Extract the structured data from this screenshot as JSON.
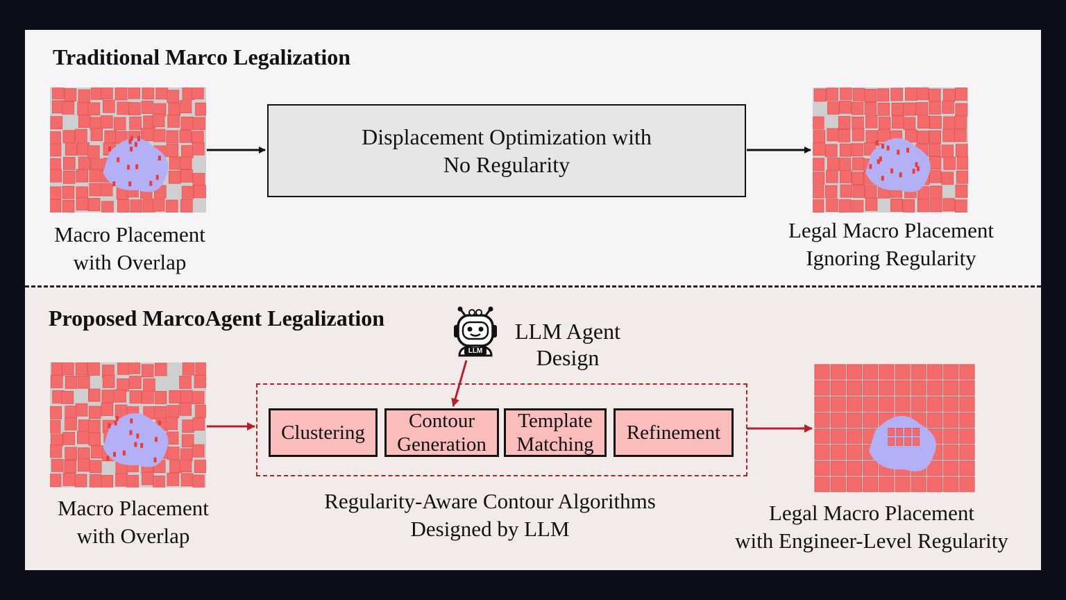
{
  "top": {
    "title": "Traditional Marco Legalization",
    "input_caption": [
      "Macro Placement",
      "with Overlap"
    ],
    "process_label": [
      "Displacement Optimization with",
      "No Regularity"
    ],
    "output_caption": [
      "Legal Macro Placement",
      "Ignoring Regularity"
    ]
  },
  "bottom": {
    "title": "Proposed MarcoAgent Legalization",
    "agent_label": [
      "LLM Agent",
      "Design"
    ],
    "robot_badge": "LLM",
    "stages": [
      {
        "lines": [
          "Clustering"
        ]
      },
      {
        "lines": [
          "Contour",
          "Generation"
        ]
      },
      {
        "lines": [
          "Template",
          "Matching"
        ]
      },
      {
        "lines": [
          "Refinement"
        ]
      }
    ],
    "group_caption": [
      "Regularity-Aware Contour Algorithms",
      "Designed by LLM"
    ],
    "input_caption": [
      "Macro Placement",
      "with Overlap"
    ],
    "output_caption": [
      "Legal Macro Placement",
      "with Engineer-Level Regularity"
    ]
  },
  "colors": {
    "macro_red": "#f46b6b",
    "cell_blue": "#b3b0f5",
    "arrow_dark": "#111111",
    "arrow_red": "#b2202c",
    "stage_fill": "#fbbcbc"
  }
}
